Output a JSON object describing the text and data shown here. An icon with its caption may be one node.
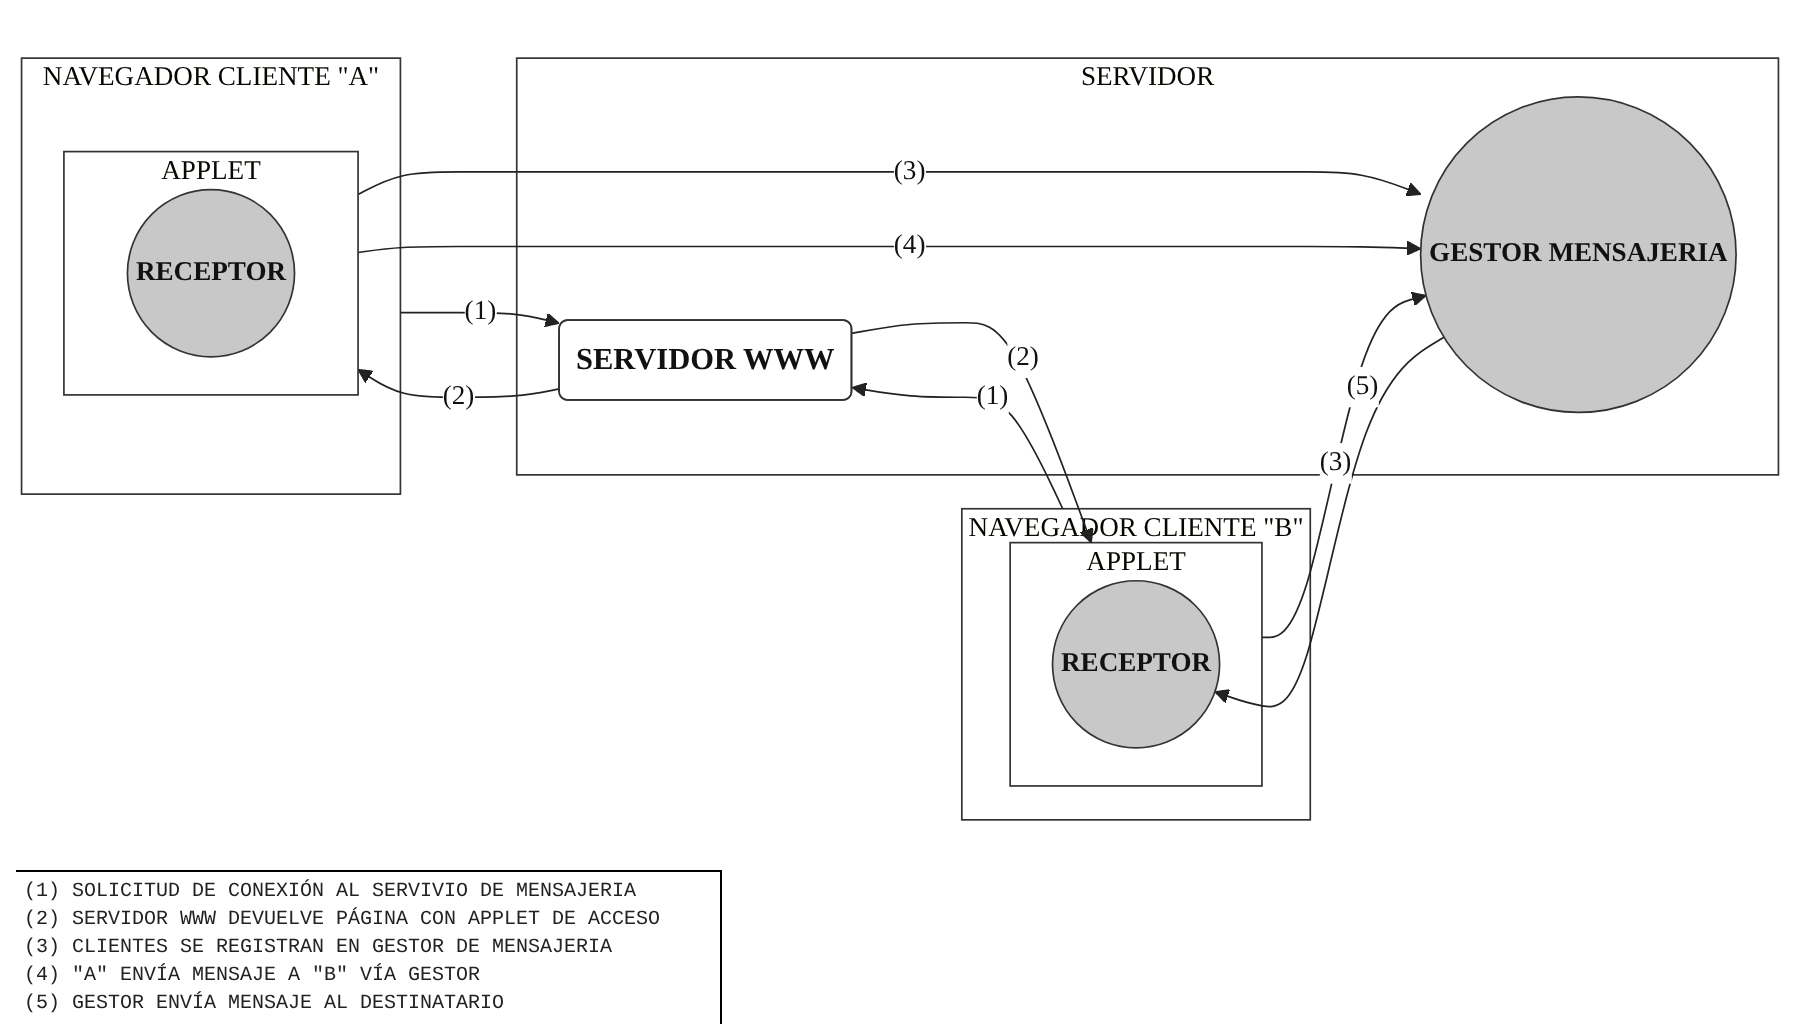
{
  "diagram": {
    "nodes": [
      {
        "text": [
          "NAVEGADOR CLIENTE \"A\""
        ]
      },
      {
        "text": [
          "APPLET"
        ],
        "in": 0
      },
      {
        "text": [
          "RECEPTOR"
        ],
        "in": 1
      },
      {
        "text": [
          "SERVIDOR"
        ]
      },
      {
        "text": [
          "SERVIDOR WWW"
        ],
        "in": 3
      },
      {
        "text": [
          "GESTOR MENSAJERIA"
        ],
        "in": 3
      },
      {
        "text": [
          "NAVEGADOR CLIENTE \"B\""
        ]
      },
      {
        "text": [
          "APPLET"
        ],
        "in": 6
      },
      {
        "text": [
          "RECEPTOR"
        ],
        "in": 7
      }
    ],
    "edges": [
      {
        "from": 0,
        "to": 4,
        "arrow": "to",
        "label": "(1)"
      },
      {
        "from": 4,
        "to": 1,
        "arrow": "to",
        "label": "(2)"
      },
      {
        "from": 1,
        "to": 5,
        "arrow": "to",
        "label": "(3)"
      },
      {
        "from": 1,
        "to": 5,
        "arrow": "to",
        "label": "(4)"
      },
      {
        "from": 6,
        "to": 4,
        "arrow": "to",
        "label": "(1)"
      },
      {
        "from": 4,
        "to": 7,
        "arrow": "to",
        "label": "(2)"
      },
      {
        "from": 7,
        "to": 5,
        "arrow": "to",
        "label": "(3)"
      },
      {
        "from": 5,
        "to": 8,
        "arrow": "to",
        "label": "(5)"
      }
    ],
    "labels": [
      "(1) SOLICITUD DE CONEXIÓN AL SERVIVIO DE MENSAJERIA",
      "(2) SERVIDOR WWW DEVUELVE PÁGINA CON APPLET DE ACCESO",
      "(3) CLIENTES SE REGISTRAN EN GESTOR DE MENSAJERIA",
      "(4) \"A\" ENVÍA MENSAJE A \"B\" VÍA GESTOR",
      "(5) GESTOR ENVÍA MENSAJE AL DESTINATARIO"
    ]
  }
}
